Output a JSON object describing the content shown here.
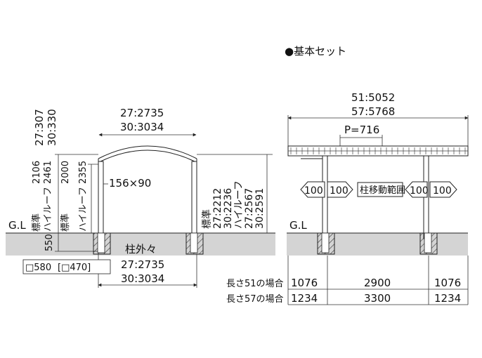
{
  "title": "●基本セット",
  "front_view": {
    "height_27": "27:307",
    "height_30": "30:330",
    "width_27": "27:2735",
    "width_30": "30:3034",
    "std_height": "2106",
    "high_height": "2461",
    "std_label": "標準",
    "high_label": "ハイルーフ",
    "inner_std": "2000",
    "inner_high": "2355",
    "post_size": "156×90",
    "gl_label": "G.L",
    "depth": "550",
    "right_std_label": "標準",
    "right_std_27": "27:2212",
    "right_std_30": "30:2236",
    "right_high_label": "ハイルーフ",
    "right_high_27": "27:2567",
    "right_high_30": "30:2591",
    "post_outer_label": "柱外々",
    "bottom_27": "27:2735",
    "bottom_30": "30:3034",
    "footing_580": "□580",
    "footing_470": "[□470]"
  },
  "side_view": {
    "length_51": "51:5052",
    "length_57": "57:5768",
    "pitch": "P=716",
    "move_left_1": "100",
    "move_left_2": "100",
    "move_label": "柱移動範囲",
    "move_right_1": "100",
    "move_right_2": "100",
    "gl_label": "G.L"
  },
  "table": {
    "rows": [
      {
        "label": "長さ51の場合",
        "a": "1076",
        "b": "2900",
        "c": "1076"
      },
      {
        "label": "長さ57の場合",
        "a": "1234",
        "b": "3300",
        "c": "1234"
      }
    ]
  }
}
